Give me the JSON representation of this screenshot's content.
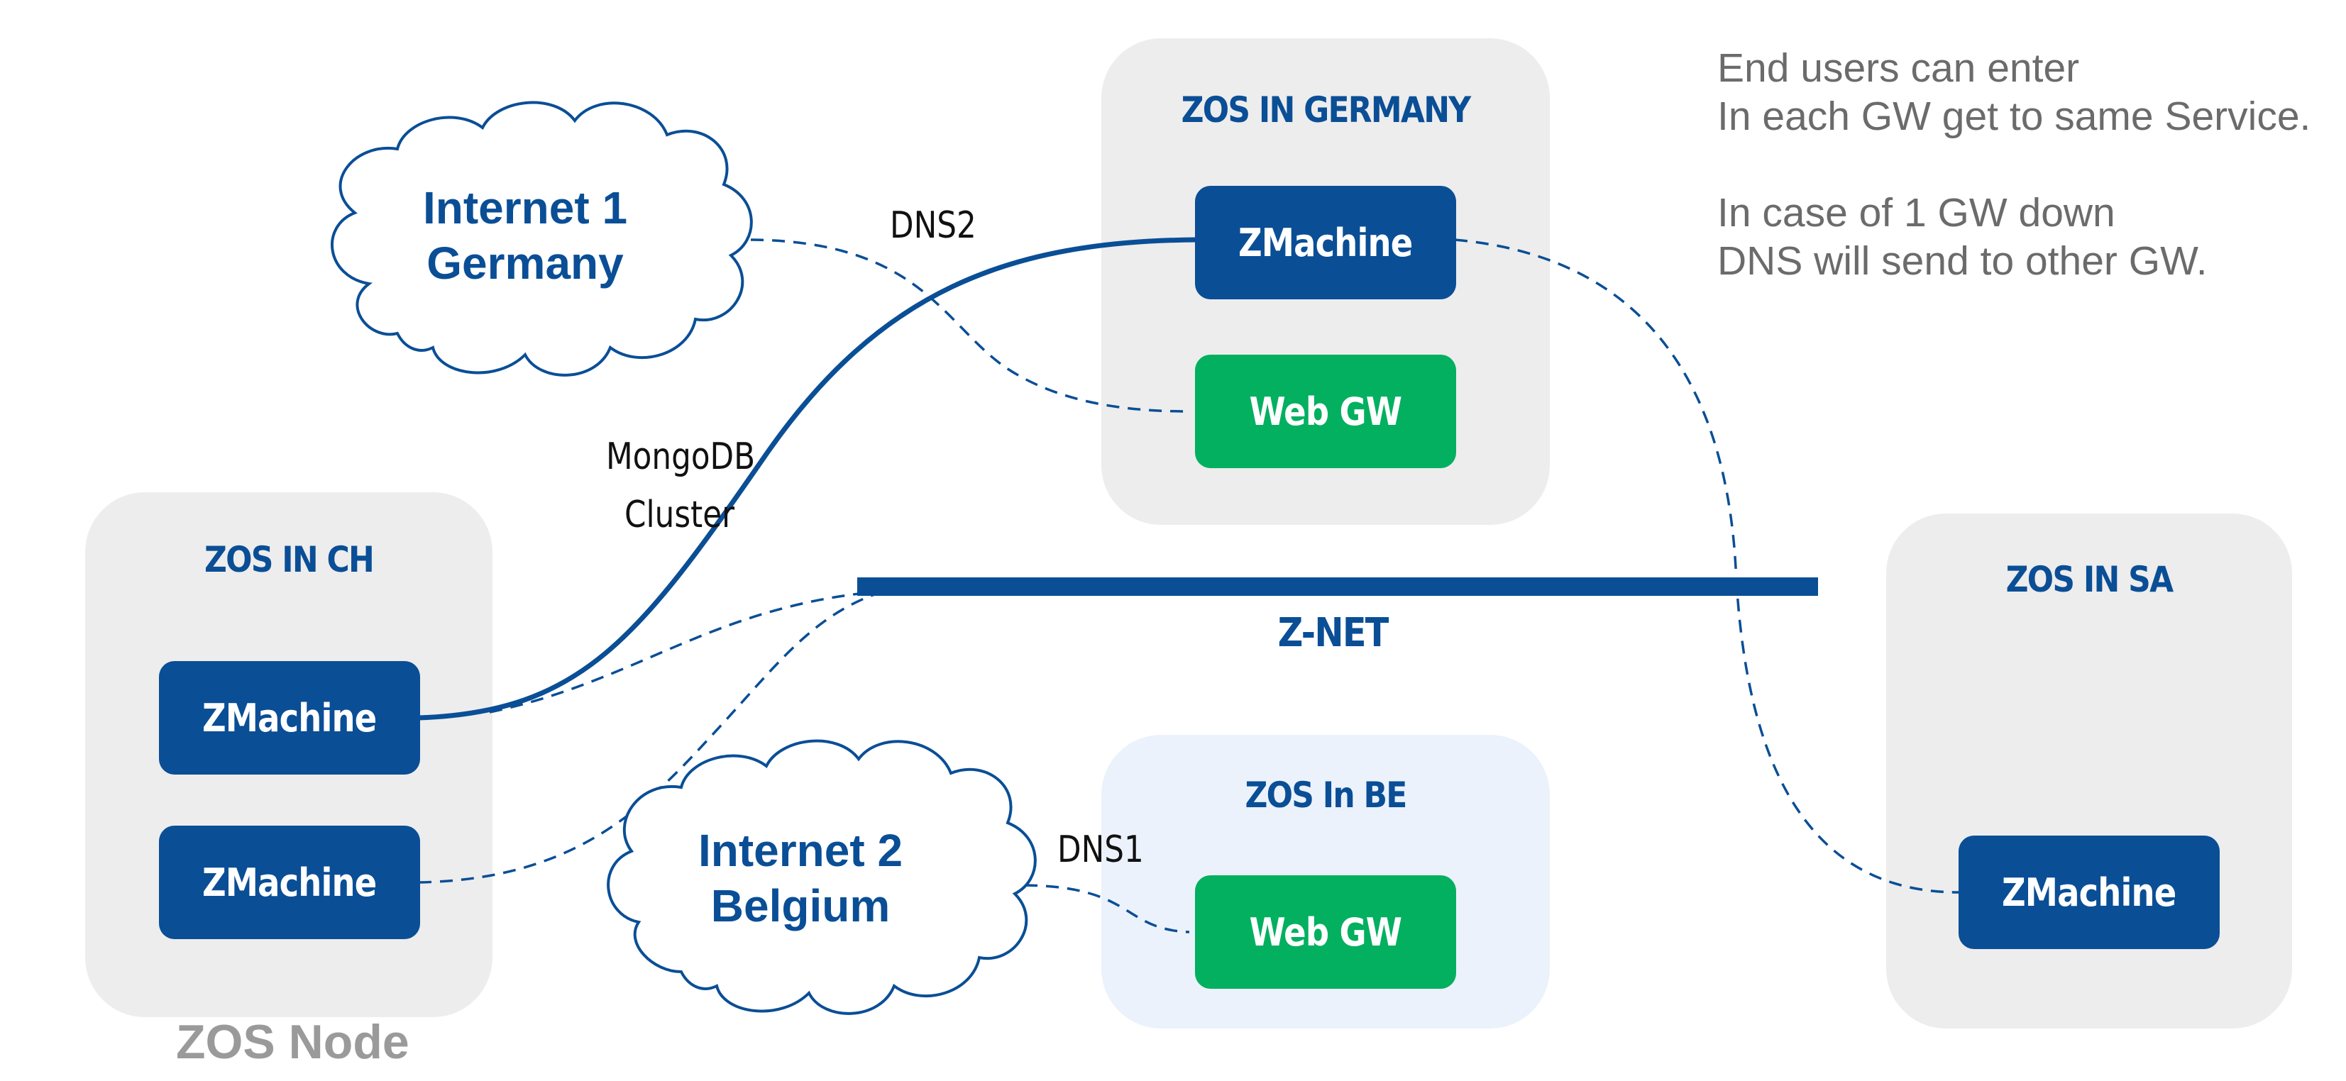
{
  "regions": {
    "germany": "ZOS IN GERMANY",
    "ch": "ZOS IN CH",
    "sa": "ZOS IN SA",
    "be": "ZOS In BE"
  },
  "nodes": {
    "germany_zmachine": "ZMachine",
    "germany_webgw": "Web GW",
    "ch_zmachine_1": "ZMachine",
    "ch_zmachine_2": "ZMachine",
    "sa_zmachine": "ZMachine",
    "be_webgw": "Web GW"
  },
  "clouds": {
    "internet1": {
      "line1": "Internet 1",
      "line2": "Germany"
    },
    "internet2": {
      "line1": "Internet 2",
      "line2": "Belgium"
    }
  },
  "labels": {
    "dns2": "DNS2",
    "dns1": "DNS1",
    "mongodb_line1": "MongoDB",
    "mongodb_line2": "Cluster",
    "znet": "Z-NET"
  },
  "notes": {
    "line1": "End users can enter",
    "line2": "In each GW get to same Service.",
    "line3": "In case of 1 GW down",
    "line4": "DNS will send to other GW."
  },
  "footer": "ZOS Node",
  "colors": {
    "primary_blue": "#0a4e96",
    "gateway_green": "#02b060",
    "region_grey": "#ededed",
    "region_light_blue": "#ecf2fb"
  }
}
